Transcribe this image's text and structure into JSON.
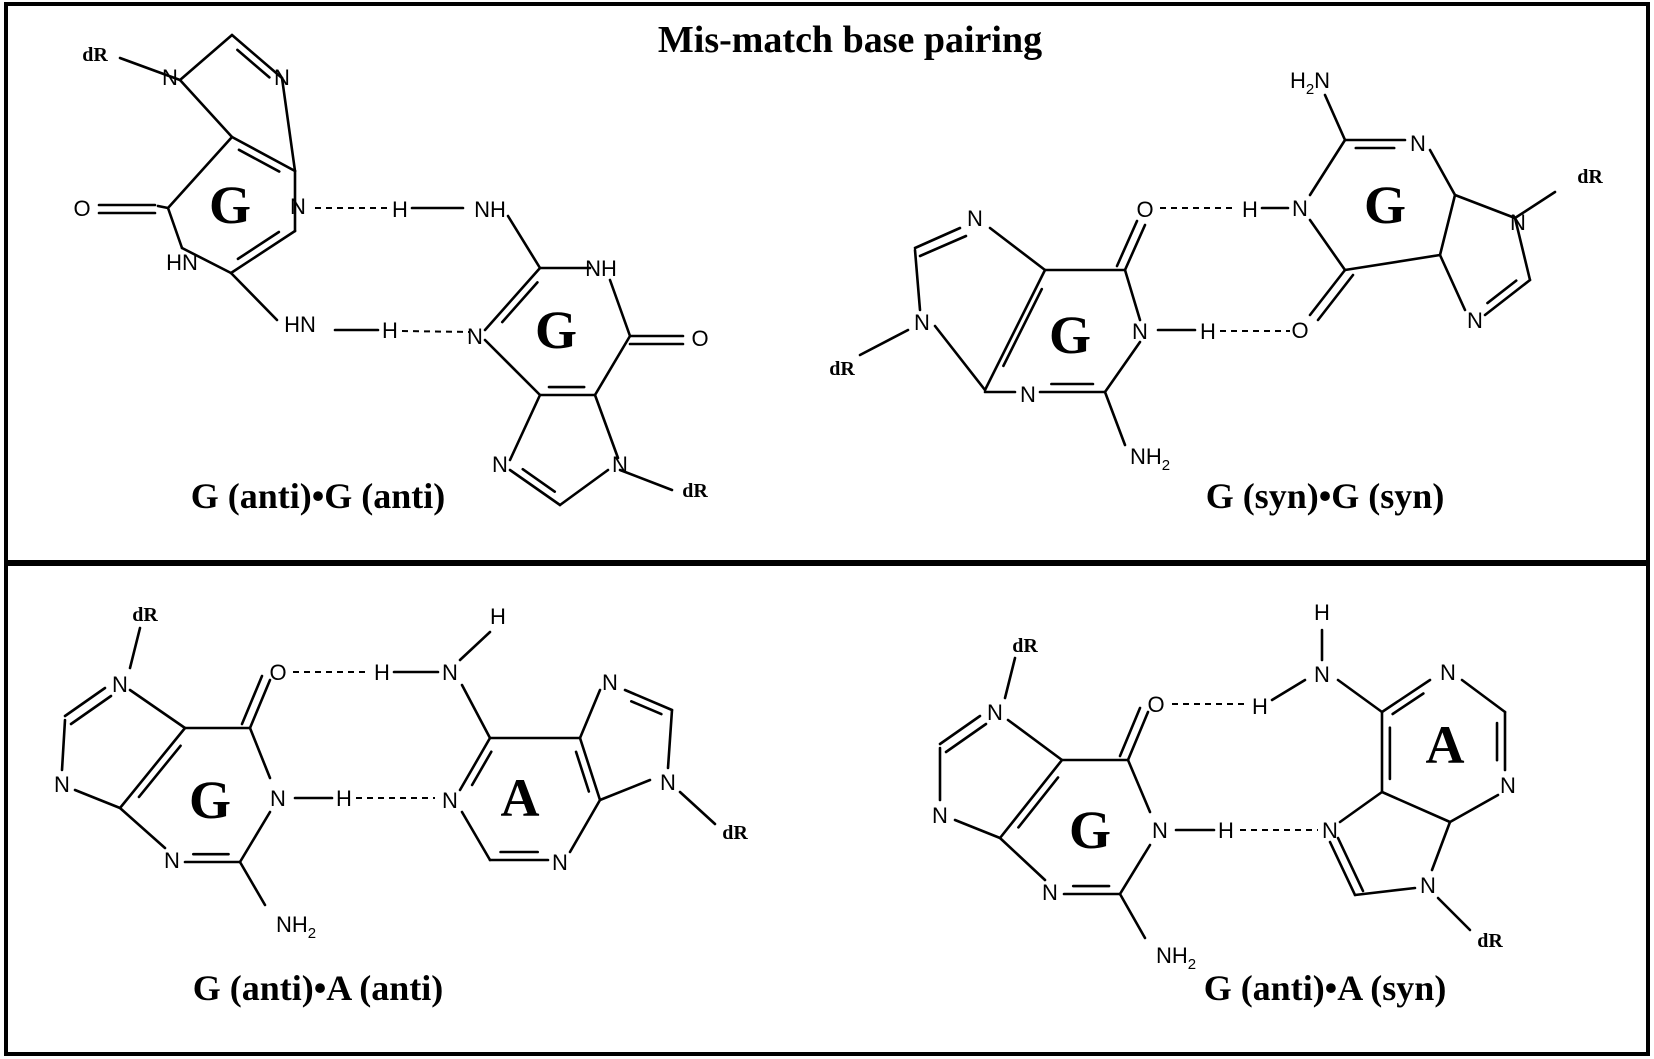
{
  "title": "Mis-match base pairing",
  "panels": [
    {
      "caption": "G (anti)•G (anti)",
      "bases": [
        {
          "letter": "G",
          "sugar": "dR"
        },
        {
          "letter": "G",
          "sugar": "dR"
        }
      ]
    },
    {
      "caption": "G (syn)•G (syn)",
      "bases": [
        {
          "letter": "G",
          "sugar": "dR"
        },
        {
          "letter": "G",
          "sugar": "dR"
        }
      ]
    },
    {
      "caption": "G (anti)•A (anti)",
      "bases": [
        {
          "letter": "G",
          "sugar": "dR"
        },
        {
          "letter": "A",
          "sugar": "dR"
        }
      ]
    },
    {
      "caption": "G (anti)•A (syn)",
      "bases": [
        {
          "letter": "G",
          "sugar": "dR"
        },
        {
          "letter": "A",
          "sugar": "dR"
        }
      ]
    }
  ],
  "atoms": {
    "N": "N",
    "O": "O",
    "H": "H",
    "NH": "NH",
    "HN": "HN",
    "H2N": "H2N",
    "NH2": "NH2"
  }
}
